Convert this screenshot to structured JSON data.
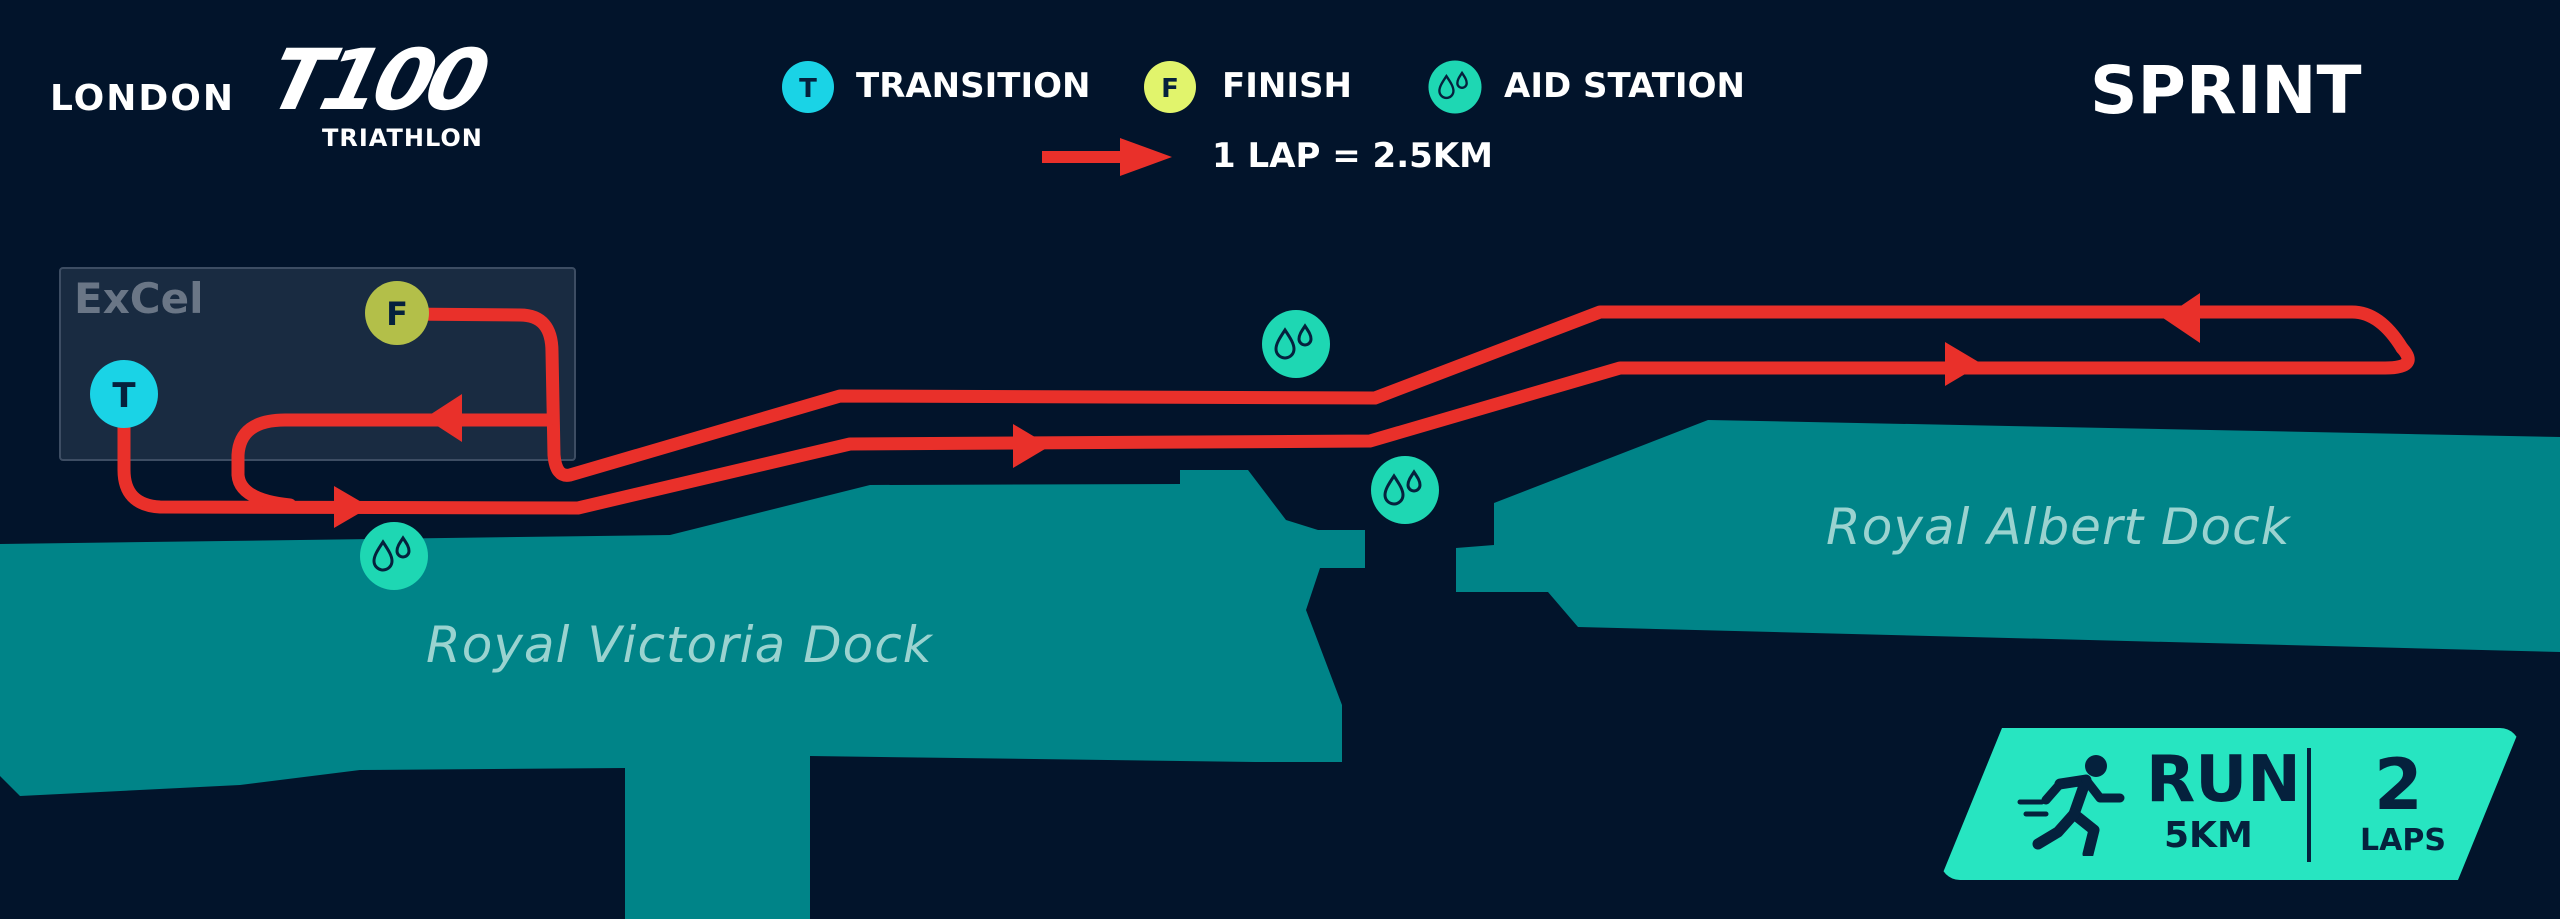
{
  "brand": {
    "city": "LONDON",
    "logo": "T100",
    "event": "TRIATHLON"
  },
  "legend": {
    "transition": {
      "marker": "T",
      "label": "TRANSITION"
    },
    "finish": {
      "marker": "F",
      "label": "FINISH"
    },
    "aid_station": {
      "label": "AID STATION",
      "icon": "water-drops-icon"
    },
    "lap": {
      "label": "1 LAP = 2.5KM"
    }
  },
  "race_type": "SPRINT",
  "map": {
    "venue": "ExCel",
    "water_bodies": [
      "Royal Victoria Dock",
      "Royal Albert Dock"
    ],
    "markers": {
      "transition": "T",
      "finish": "F"
    }
  },
  "discipline": {
    "name": "RUN",
    "distance": "5KM",
    "laps_count": "2",
    "laps_label": "LAPS",
    "icon": "runner-icon"
  },
  "colors": {
    "background": "#02142b",
    "water": "#008488",
    "route": "#e9302a",
    "transition": "#1ad3e6",
    "finish": "#e1f46c",
    "aid": "#1ed7b3",
    "badge": "#27e5c1"
  }
}
